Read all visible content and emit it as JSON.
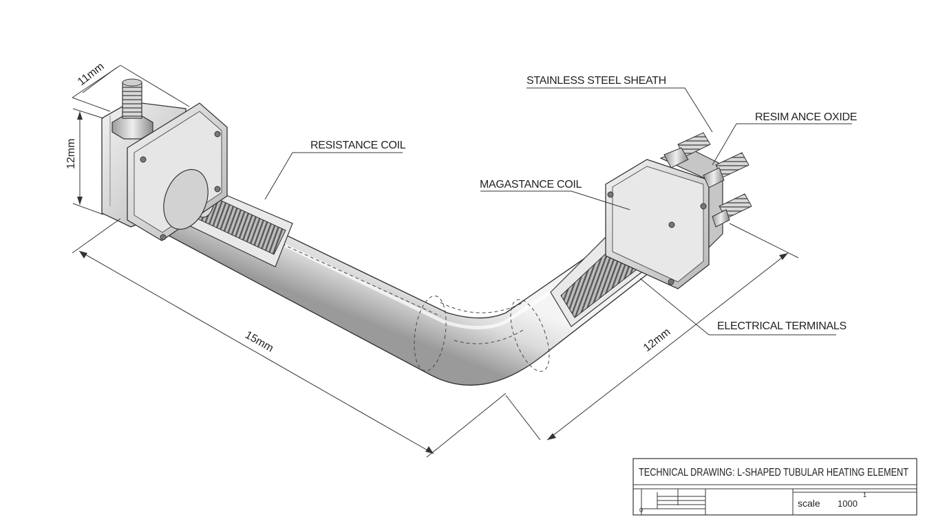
{
  "labels": {
    "stainless_steel_sheath": "STAINLESS STEEL SHEATH",
    "resistance_oxide": "RESIM ANCE OXIDE",
    "resistance_coil": "RESISTANCE COIL",
    "magastance_coil": "MAGASTANCE COIL",
    "electrical_terminals": "ELECTRICAL TERMINALS"
  },
  "dimensions": {
    "terminal_width": "11mm",
    "block_height": "12mm",
    "long_leg": "15mm",
    "short_leg": "12mm"
  },
  "title_block": {
    "title": "TECHNICAL DRAWING: L-SHAPED TUBULAR HEATING ELEMENT",
    "scale_label": "scale",
    "scale_value": "1000",
    "mark_one": "1",
    "mark_zero": "0"
  },
  "colors": {
    "line": "#333333",
    "metal_light": "#eeeeee",
    "metal_mid": "#c8c8c8",
    "metal_dark": "#8f8f8f"
  }
}
